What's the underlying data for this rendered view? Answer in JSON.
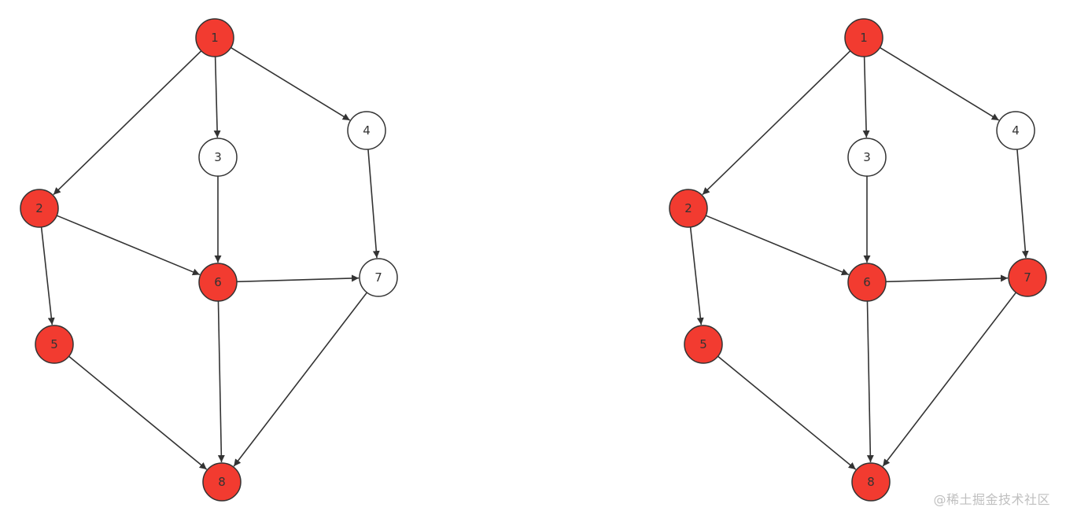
{
  "colors": {
    "visited_fill": "#f23b30",
    "unvisited_fill": "#ffffff",
    "edge_stroke": "#333333"
  },
  "graphs": [
    {
      "name": "graph-left",
      "nodes": [
        {
          "id": "1",
          "label": "1",
          "visited": true
        },
        {
          "id": "2",
          "label": "2",
          "visited": true
        },
        {
          "id": "3",
          "label": "3",
          "visited": false
        },
        {
          "id": "4",
          "label": "4",
          "visited": false
        },
        {
          "id": "5",
          "label": "5",
          "visited": true
        },
        {
          "id": "6",
          "label": "6",
          "visited": true
        },
        {
          "id": "7",
          "label": "7",
          "visited": false
        },
        {
          "id": "8",
          "label": "8",
          "visited": true
        }
      ],
      "edges": [
        {
          "from": "1",
          "to": "2"
        },
        {
          "from": "1",
          "to": "3"
        },
        {
          "from": "1",
          "to": "4"
        },
        {
          "from": "2",
          "to": "5"
        },
        {
          "from": "2",
          "to": "6"
        },
        {
          "from": "3",
          "to": "6"
        },
        {
          "from": "4",
          "to": "7"
        },
        {
          "from": "6",
          "to": "7"
        },
        {
          "from": "5",
          "to": "8"
        },
        {
          "from": "6",
          "to": "8"
        },
        {
          "from": "7",
          "to": "8"
        }
      ]
    },
    {
      "name": "graph-right",
      "nodes": [
        {
          "id": "1",
          "label": "1",
          "visited": true
        },
        {
          "id": "2",
          "label": "2",
          "visited": true
        },
        {
          "id": "3",
          "label": "3",
          "visited": false
        },
        {
          "id": "4",
          "label": "4",
          "visited": false
        },
        {
          "id": "5",
          "label": "5",
          "visited": true
        },
        {
          "id": "6",
          "label": "6",
          "visited": true
        },
        {
          "id": "7",
          "label": "7",
          "visited": true
        },
        {
          "id": "8",
          "label": "8",
          "visited": true
        }
      ],
      "edges": [
        {
          "from": "1",
          "to": "2"
        },
        {
          "from": "1",
          "to": "3"
        },
        {
          "from": "1",
          "to": "4"
        },
        {
          "from": "2",
          "to": "5"
        },
        {
          "from": "2",
          "to": "6"
        },
        {
          "from": "3",
          "to": "6"
        },
        {
          "from": "4",
          "to": "7"
        },
        {
          "from": "6",
          "to": "7"
        },
        {
          "from": "5",
          "to": "8"
        },
        {
          "from": "6",
          "to": "8"
        },
        {
          "from": "7",
          "to": "8"
        }
      ]
    }
  ],
  "watermark": {
    "text": "@稀土掘金技术社区"
  }
}
